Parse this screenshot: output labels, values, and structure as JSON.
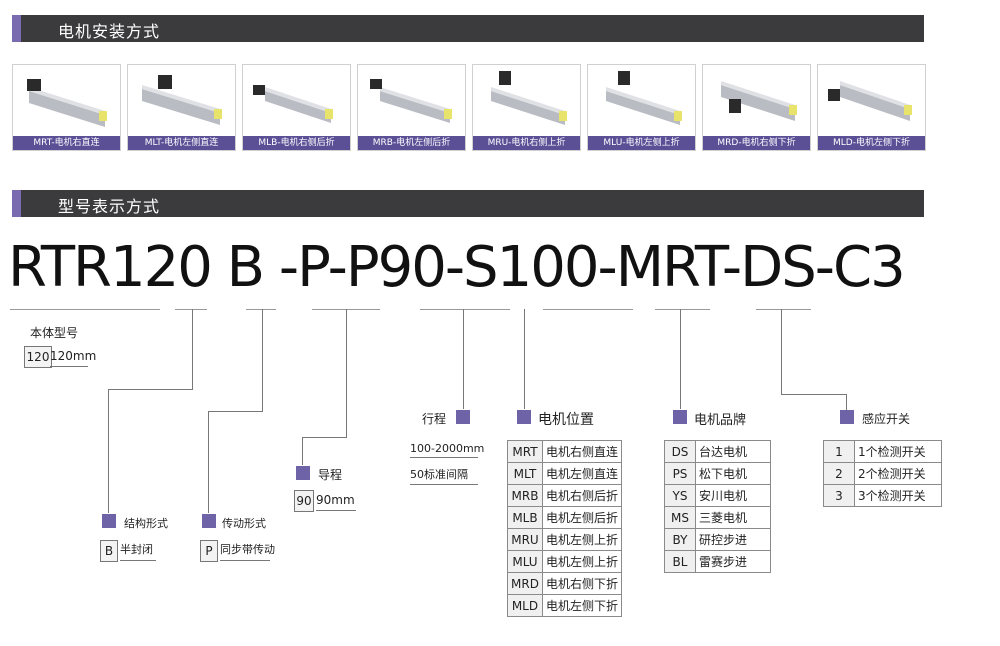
{
  "sections": {
    "mount_title": "电机安装方式",
    "model_title": "型号表示方式"
  },
  "mount_options": [
    {
      "label": "MRT-电机右直连"
    },
    {
      "label": "MLT-电机左侧直连"
    },
    {
      "label": "MLB-电机右侧后折"
    },
    {
      "label": "MRB-电机左侧后折"
    },
    {
      "label": "MRU-电机右侧上折"
    },
    {
      "label": "MLU-电机左侧上折"
    },
    {
      "label": "MRD-电机右侧下折"
    },
    {
      "label": "MLD-电机左侧下折"
    }
  ],
  "model_code": "RTR120 B -P-P90-S100-MRT-DS-C3",
  "body_model": {
    "title": "本体型号",
    "code": "120",
    "value": "120mm"
  },
  "structure": {
    "title": "结构形式",
    "code": "B",
    "value": "半封闭"
  },
  "drive": {
    "title": "传动形式",
    "code": "P",
    "value": "同步带传动"
  },
  "lead": {
    "title": "导程",
    "code": "90",
    "value": "90mm"
  },
  "stroke": {
    "title": "行程",
    "line1": "100-2000mm",
    "line2": "50标准间隔"
  },
  "motor_position": {
    "title": "电机位置",
    "rows": [
      {
        "code": "MRT",
        "value": "电机右侧直连"
      },
      {
        "code": "MLT",
        "value": "电机左侧直连"
      },
      {
        "code": "MRB",
        "value": "电机右侧后折"
      },
      {
        "code": "MLB",
        "value": "电机左侧后折"
      },
      {
        "code": "MRU",
        "value": "电机左侧上折"
      },
      {
        "code": "MLU",
        "value": "电机左侧上折"
      },
      {
        "code": "MRD",
        "value": "电机右侧下折"
      },
      {
        "code": "MLD",
        "value": "电机左侧下折"
      }
    ]
  },
  "motor_brand": {
    "title": "电机品牌",
    "rows": [
      {
        "code": "DS",
        "value": "台达电机"
      },
      {
        "code": "PS",
        "value": "松下电机"
      },
      {
        "code": "YS",
        "value": "安川电机"
      },
      {
        "code": "MS",
        "value": "三菱电机"
      },
      {
        "code": "BY",
        "value": "研控步进"
      },
      {
        "code": "BL",
        "value": "雷赛步进"
      }
    ]
  },
  "sensor_switch": {
    "title": "感应开关",
    "rows": [
      {
        "code": "1",
        "value": "1个检测开关"
      },
      {
        "code": "2",
        "value": "2个检测开关"
      },
      {
        "code": "3",
        "value": "3个检测开关"
      }
    ]
  },
  "colors": {
    "header_bar": "#3b3b3d",
    "accent": "#6f63a8",
    "caption": "#5b4f96"
  }
}
